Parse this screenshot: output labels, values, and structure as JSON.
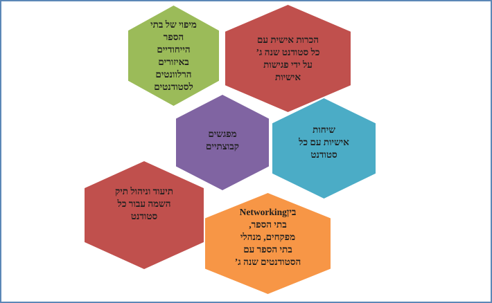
{
  "diagram": {
    "type": "hexagon-cluster",
    "background": "#ffffff",
    "border_color": "#5b87b7",
    "text_color": "#1f1f1f"
  },
  "hexagons": [
    {
      "id": "school-mapping",
      "color": "#9bbb59",
      "lines": [
        "מיפוי של בתי",
        "הספר",
        "הייחודיים",
        "באיזורים",
        "הרלוונטים",
        "לסטודנטים"
      ]
    },
    {
      "id": "personal-acquaintance",
      "color": "#c0504d",
      "lines": [
        "הכרות אישית עם",
        "כל סטודנט שנה ג’",
        "על ידי פגישות",
        "אישיות"
      ]
    },
    {
      "id": "group-meetings",
      "color": "#8064a2",
      "lines": [
        "מפגשים",
        "קבוצתיים"
      ]
    },
    {
      "id": "personal-talks",
      "color": "#4bacc6",
      "lines": [
        "שיחות",
        "אישיות עם כל",
        "סטודנט"
      ]
    },
    {
      "id": "placement-file",
      "color": "#c0504d",
      "lines": [
        "תיעוד וניהול תיק",
        "השמה עבור כל",
        "סטודנט"
      ]
    },
    {
      "id": "networking",
      "color": "#f79646",
      "lines": [
        "ביןNetworking",
        "בתי הספר,",
        "מפקחים, מנהלי",
        "בתי הספר עם",
        "הסטודנטים שנה ג’"
      ]
    }
  ]
}
